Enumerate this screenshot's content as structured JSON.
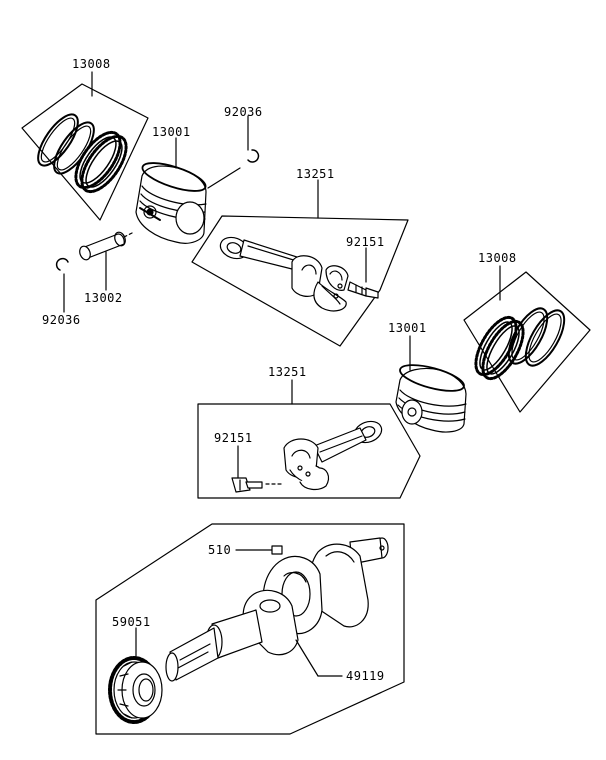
{
  "labels": {
    "ring_set_top": "13008",
    "piston_top": "13001",
    "circlip_top": "92036",
    "conrod_top": "13251",
    "bolt_top": "92151",
    "pin": "13002",
    "circlip_bottom": "92036",
    "ring_set_right": "13008",
    "piston_right": "13001",
    "conrod_mid": "13251",
    "bolt_mid": "92151",
    "key": "510",
    "gear": "59051",
    "crankshaft": "49119"
  }
}
